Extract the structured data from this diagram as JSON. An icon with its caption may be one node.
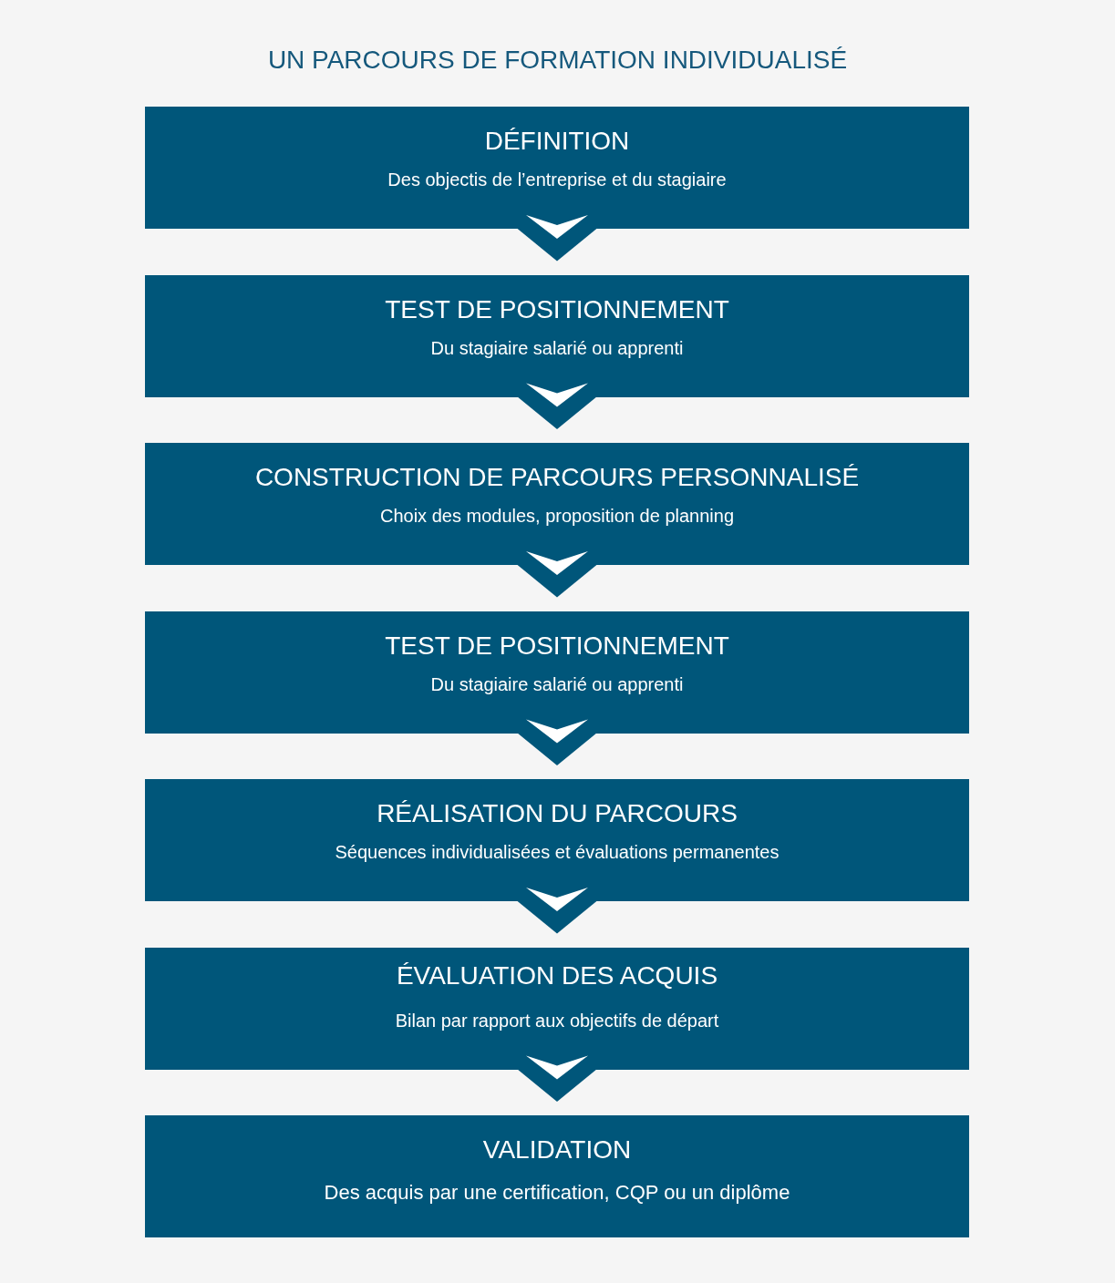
{
  "diagram": {
    "title": "UN PARCOURS DE FORMATION INDIVIDUALISÉ",
    "nodes": [
      {
        "text": [
          "DÉFINITION",
          "Des objectis de l’entreprise et du stagiaire"
        ]
      },
      {
        "text": [
          "TEST DE POSITIONNEMENT",
          "Du stagiaire salarié ou apprenti"
        ]
      },
      {
        "text": [
          "CONSTRUCTION DE PARCOURS PERSONNALISÉ",
          "Choix des modules, proposition de planning"
        ]
      },
      {
        "text": [
          "TEST DE POSITIONNEMENT",
          "Du stagiaire salarié ou apprenti"
        ]
      },
      {
        "text": [
          "RÉALISATION DU PARCOURS",
          "Séquences individualisées et évaluations permanentes"
        ]
      },
      {
        "text": [
          "ÉVALUATION DES ACQUIS",
          "Bilan par rapport aux objectifs de départ"
        ]
      },
      {
        "text": [
          "VALIDATION",
          "Des acquis par une certification, CQP ou un diplôme"
        ]
      }
    ],
    "edges": [
      {
        "from": 0,
        "to": 1,
        "arrow": "to"
      },
      {
        "from": 1,
        "to": 2,
        "arrow": "to"
      },
      {
        "from": 2,
        "to": 3,
        "arrow": "to"
      },
      {
        "from": 3,
        "to": 4,
        "arrow": "to"
      },
      {
        "from": 4,
        "to": 5,
        "arrow": "to"
      },
      {
        "from": 5,
        "to": 6,
        "arrow": "to"
      }
    ]
  }
}
